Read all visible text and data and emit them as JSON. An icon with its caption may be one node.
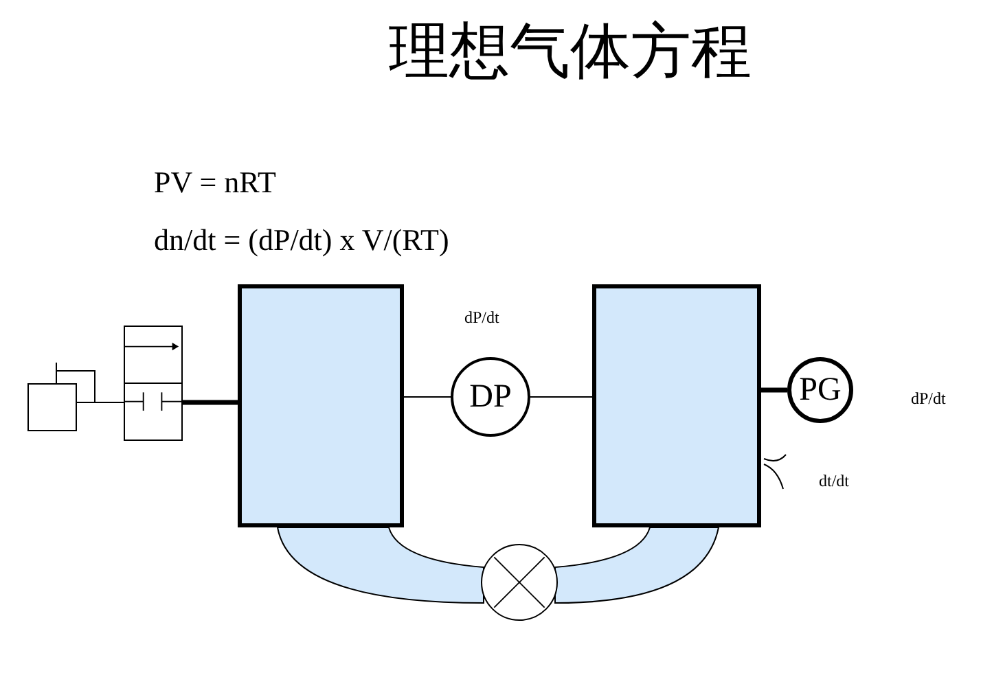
{
  "diagram": {
    "title": "理想气体方程",
    "nodes": [
      {
        "text": [],
        "shape": "box"
      },
      {
        "text": [],
        "shape": "box"
      },
      {
        "text": [],
        "shape": "box"
      },
      {
        "text": [
          "DP"
        ],
        "beside": [
          "dP/dt"
        ]
      },
      {
        "text": [],
        "shape": "box"
      },
      {
        "text": [
          "PG"
        ],
        "beside": [
          "dP/dt"
        ]
      },
      {
        "text": [],
        "shape": "circle"
      }
    ],
    "edges": [
      {
        "from": 0,
        "to": 1,
        "arrow": "none"
      },
      {
        "from": 1,
        "to": 2,
        "arrow": "none",
        "style": "thick"
      },
      {
        "from": 2,
        "to": 3,
        "arrow": "none"
      },
      {
        "from": 3,
        "to": 4,
        "arrow": "none"
      },
      {
        "from": 4,
        "to": 5,
        "arrow": "none",
        "style": "thick"
      },
      {
        "from": 2,
        "to": 6,
        "arrow": "none",
        "style": "thick",
        "color": "#d3e8fb"
      },
      {
        "from": 6,
        "to": 4,
        "arrow": "none",
        "style": "thick",
        "color": "#d3e8fb"
      }
    ],
    "labels": [
      "PV = nRT",
      "dn/dt = (dP/dt) x V/(RT)",
      "dt/dt"
    ]
  }
}
